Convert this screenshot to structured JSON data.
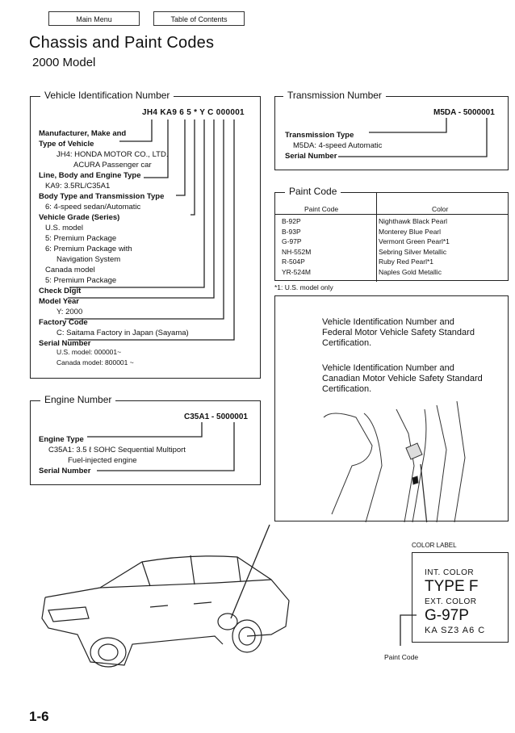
{
  "nav": {
    "main_menu": "Main Menu",
    "toc": "Table of Contents"
  },
  "page": {
    "title": "Chassis and Paint Codes",
    "subtitle": "2000 Model",
    "page_number": "1-6"
  },
  "vin": {
    "legend": "Vehicle Identification Number",
    "code": "JH4 KA9 6 5 * Y C 000001",
    "rows": [
      {
        "t": "Manufacturer, Make and",
        "bold": true,
        "indent": 0
      },
      {
        "t": "Type of Vehicle",
        "bold": true,
        "indent": 0
      },
      {
        "t": "JH4: HONDA MOTOR CO., LTD.",
        "bold": false,
        "indent": 22
      },
      {
        "t": "ACURA Passenger car",
        "bold": false,
        "indent": 43
      },
      {
        "t": "Line, Body and Engine Type",
        "bold": true,
        "indent": 0
      },
      {
        "t": "KA9: 3.5RL/C35A1",
        "bold": false,
        "indent": 8
      },
      {
        "t": "Body Type and Transmission Type",
        "bold": true,
        "indent": 0
      },
      {
        "t": "6: 4-speed sedan/Automatic",
        "bold": false,
        "indent": 8
      },
      {
        "t": "Vehicle Grade (Series)",
        "bold": true,
        "indent": 0
      },
      {
        "t": "U.S. model",
        "bold": false,
        "indent": 8
      },
      {
        "t": "5: Premium Package",
        "bold": false,
        "indent": 8
      },
      {
        "t": "6: Premium Package with",
        "bold": false,
        "indent": 8
      },
      {
        "t": "Navigation System",
        "bold": false,
        "indent": 22
      },
      {
        "t": "Canada model",
        "bold": false,
        "indent": 8
      },
      {
        "t": "5: Premium Package",
        "bold": false,
        "indent": 8
      },
      {
        "t": "Check Digit",
        "bold": true,
        "indent": 0
      },
      {
        "t": "Model Year",
        "bold": true,
        "indent": 0
      },
      {
        "t": "Y: 2000",
        "bold": false,
        "indent": 22
      },
      {
        "t": "Factory Code",
        "bold": true,
        "indent": 0
      },
      {
        "t": "C: Saitama Factory in Japan (Sayama)",
        "bold": false,
        "indent": 22
      },
      {
        "t": "Serial Number",
        "bold": true,
        "indent": 0
      }
    ],
    "serial_us": "U.S. model: 000001~",
    "serial_ca": "Canada model: 800001 ~"
  },
  "transmission": {
    "legend": "Transmission Number",
    "code": "M5DA - 5000001",
    "type_label": "Transmission Type",
    "type_value": "M5DA: 4-speed Automatic",
    "serial_label": "Serial Number"
  },
  "paint": {
    "legend": "Paint Code",
    "col_code": "Paint Code",
    "col_color": "Color",
    "rows": [
      {
        "code": "B-92P",
        "color": "Nighthawk Black Pearl"
      },
      {
        "code": "B-93P",
        "color": "Monterey Blue Pearl"
      },
      {
        "code": "G-97P",
        "color": "Vermont Green Pearl*1"
      },
      {
        "code": "NH-552M",
        "color": "Sebring Silver Metallic"
      },
      {
        "code": "R-504P",
        "color": "Ruby Red Pearl*1"
      },
      {
        "code": "YR-524M",
        "color": "Naples Gold Metallic"
      }
    ],
    "footnote": "*1: U.S. model only"
  },
  "cert": {
    "us": "Vehicle Identification Number and Federal Motor Vehicle Safety Standard Certification.",
    "ca": "Vehicle Identification Number and Canadian Motor Vehicle Safety Standard Certification."
  },
  "engine": {
    "legend": "Engine Number",
    "code": "C35A1 - 5000001",
    "type_label": "Engine Type",
    "type_value1": "C35A1: 3.5 ℓ SOHC Sequential Multiport",
    "type_value2": "Fuel-injected engine",
    "serial_label": "Serial Number"
  },
  "label": {
    "caption": "COLOR LABEL",
    "int_color": "INT. COLOR",
    "type": "TYPE F",
    "ext_color": "EXT. COLOR",
    "code": "G-97P",
    "bottom": "KA SZ3 A6 C",
    "paint_code_caption": "Paint Code"
  }
}
